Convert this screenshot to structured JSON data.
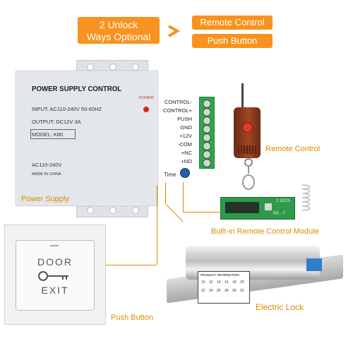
{
  "header": {
    "badge_lines": [
      "2 Unlock",
      "Ways Optional"
    ],
    "options": [
      "Remote Control",
      "Push Button"
    ]
  },
  "power_supply": {
    "title": "POWER SUPPLY CONTROL",
    "power_label": "POWER",
    "input": "INPUT: AC110-240V  50-60HZ",
    "output": "OUTPUT: DC12V  3A",
    "model": "MODEL:  K80",
    "voltage": "AC110-240V",
    "made_in": "MADE IN CHINA",
    "time_label": "Time",
    "terminals": [
      "CONTROL-",
      "CONTROL+",
      "PUSH",
      "GND",
      "+12V",
      "-COM",
      "+NC",
      "+NO"
    ]
  },
  "push_button": {
    "door": "DOOR",
    "exit": "EXIT"
  },
  "module": {
    "text1": "2 SZ2S",
    "text2": "RX - 7"
  },
  "lock": {
    "info_title": "PRODUCT INFORMATION",
    "cells": [
      "10",
      "12",
      "14",
      "16",
      "18",
      "20",
      "22",
      "24",
      "26",
      "28",
      "30",
      "32"
    ]
  },
  "labels": {
    "power_supply": "Power Supply",
    "remote_control": "Remote Control",
    "module": "Built-in Remote Control Module",
    "push_button": "Push Button",
    "electric_lock": "Electric Lock"
  },
  "colors": {
    "accent": "#f7931e",
    "label": "#e08a00",
    "terminal": "#2fa84f",
    "remote": "#8a3a1c"
  }
}
